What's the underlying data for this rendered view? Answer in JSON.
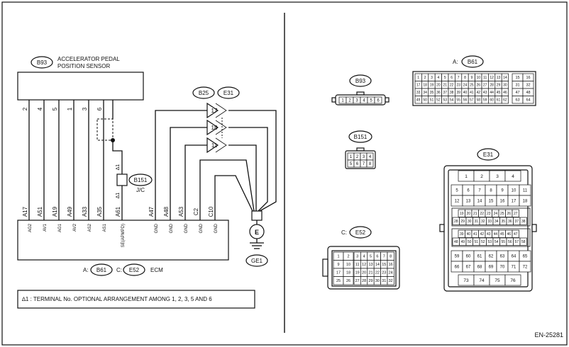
{
  "left": {
    "sensor": {
      "connector": "B93",
      "name_line1": "ACCELERATOR PEDAL",
      "name_line2": "POSITION SENSOR",
      "pins": [
        "2",
        "4",
        "5",
        "1",
        "3",
        "6"
      ]
    },
    "joint_connectors": [
      "B25",
      "E31"
    ],
    "splice_numbers": [
      "17",
      "18",
      "11"
    ],
    "jc": {
      "connector": "B151",
      "label": "J/C",
      "mark_top": "∆1",
      "mark_bottom": "∆1"
    },
    "ecm": {
      "terminals": [
        "A17",
        "A51",
        "A19",
        "A49",
        "A33",
        "A35",
        "A61",
        "A47",
        "A48",
        "A53",
        "C2",
        "C10"
      ],
      "signals": [
        "AG2",
        "AV1",
        "AG1",
        "AV2",
        "AS2",
        "AS1",
        "SE(APMPD)",
        "GND",
        "GND",
        "GND",
        "GND",
        "GND"
      ],
      "a_prefix": "A:",
      "a_connector": "B61",
      "c_prefix": "C:",
      "c_connector": "E52",
      "name": "ECM"
    },
    "ground": {
      "symbol": "E",
      "connector": "GE1"
    },
    "note": "∆1 : TERMINAL No. OPTIONAL ARRANGEMENT AMONG 1, 2, 3, 5 AND 6"
  },
  "right": {
    "b61": {
      "prefix": "A:",
      "connector": "B61",
      "rows": [
        [
          "1",
          "2",
          "3",
          "4",
          "5",
          "6",
          "7",
          "8",
          "9",
          "10",
          "11",
          "12",
          "13",
          "14"
        ],
        [
          "17",
          "18",
          "19",
          "20",
          "21",
          "22",
          "23",
          "24",
          "25",
          "26",
          "27",
          "28",
          "29",
          "30"
        ],
        [
          "33",
          "34",
          "35",
          "36",
          "37",
          "38",
          "39",
          "40",
          "41",
          "42",
          "43",
          "44",
          "45",
          "46"
        ],
        [
          "49",
          "50",
          "51",
          "52",
          "53",
          "54",
          "55",
          "56",
          "57",
          "58",
          "59",
          "60",
          "61",
          "62"
        ]
      ],
      "side": [
        [
          "15",
          "16"
        ],
        [
          "31",
          "32"
        ],
        [
          "47",
          "48"
        ],
        [
          "63",
          "64"
        ]
      ]
    },
    "b93": {
      "connector": "B93",
      "pins": [
        "1",
        "2",
        "3",
        "4",
        "5",
        "6"
      ]
    },
    "b151": {
      "connector": "B151",
      "rows": [
        [
          "1",
          "2",
          "3",
          "4"
        ],
        [
          "5",
          "6",
          "7",
          "8"
        ]
      ]
    },
    "e52": {
      "prefix": "C:",
      "connector": "E52",
      "rows": [
        [
          "1",
          "2",
          "3",
          "4",
          "5",
          "6",
          "7",
          "8"
        ],
        [
          "9",
          "10",
          "11",
          "12",
          "13",
          "14",
          "15",
          "16"
        ],
        [
          "17",
          "18",
          "19",
          "20",
          "21",
          "22",
          "23",
          "24"
        ],
        [
          "25",
          "26",
          "27",
          "28",
          "29",
          "30",
          "31",
          "32"
        ]
      ]
    },
    "e31": {
      "connector": "E31",
      "row_top": [
        "1",
        "2",
        "3",
        "4"
      ],
      "rows_a": [
        [
          "5",
          "6",
          "7",
          "8",
          "9",
          "10",
          "11"
        ],
        [
          "12",
          "13",
          "14",
          "15",
          "16",
          "17",
          "18"
        ]
      ],
      "rows_b": [
        [
          "19",
          "20",
          "21",
          "22",
          "23",
          "24",
          "25",
          "26",
          "27"
        ],
        [
          "28",
          "29",
          "30",
          "31",
          "32",
          "33",
          "34",
          "35",
          "36",
          "37",
          "38"
        ]
      ],
      "rows_c": [
        [
          "39",
          "40",
          "41",
          "42",
          "43",
          "44",
          "45",
          "46",
          "47"
        ],
        [
          "48",
          "49",
          "50",
          "51",
          "52",
          "53",
          "54",
          "55",
          "56",
          "57",
          "58"
        ]
      ],
      "rows_d": [
        [
          "59",
          "60",
          "61",
          "62",
          "63",
          "64",
          "65"
        ],
        [
          "66",
          "67",
          "68",
          "69",
          "70",
          "71",
          "72"
        ]
      ],
      "row_bottom": [
        "73",
        "74",
        "75",
        "76"
      ]
    }
  },
  "figure_id": "EN-25281"
}
